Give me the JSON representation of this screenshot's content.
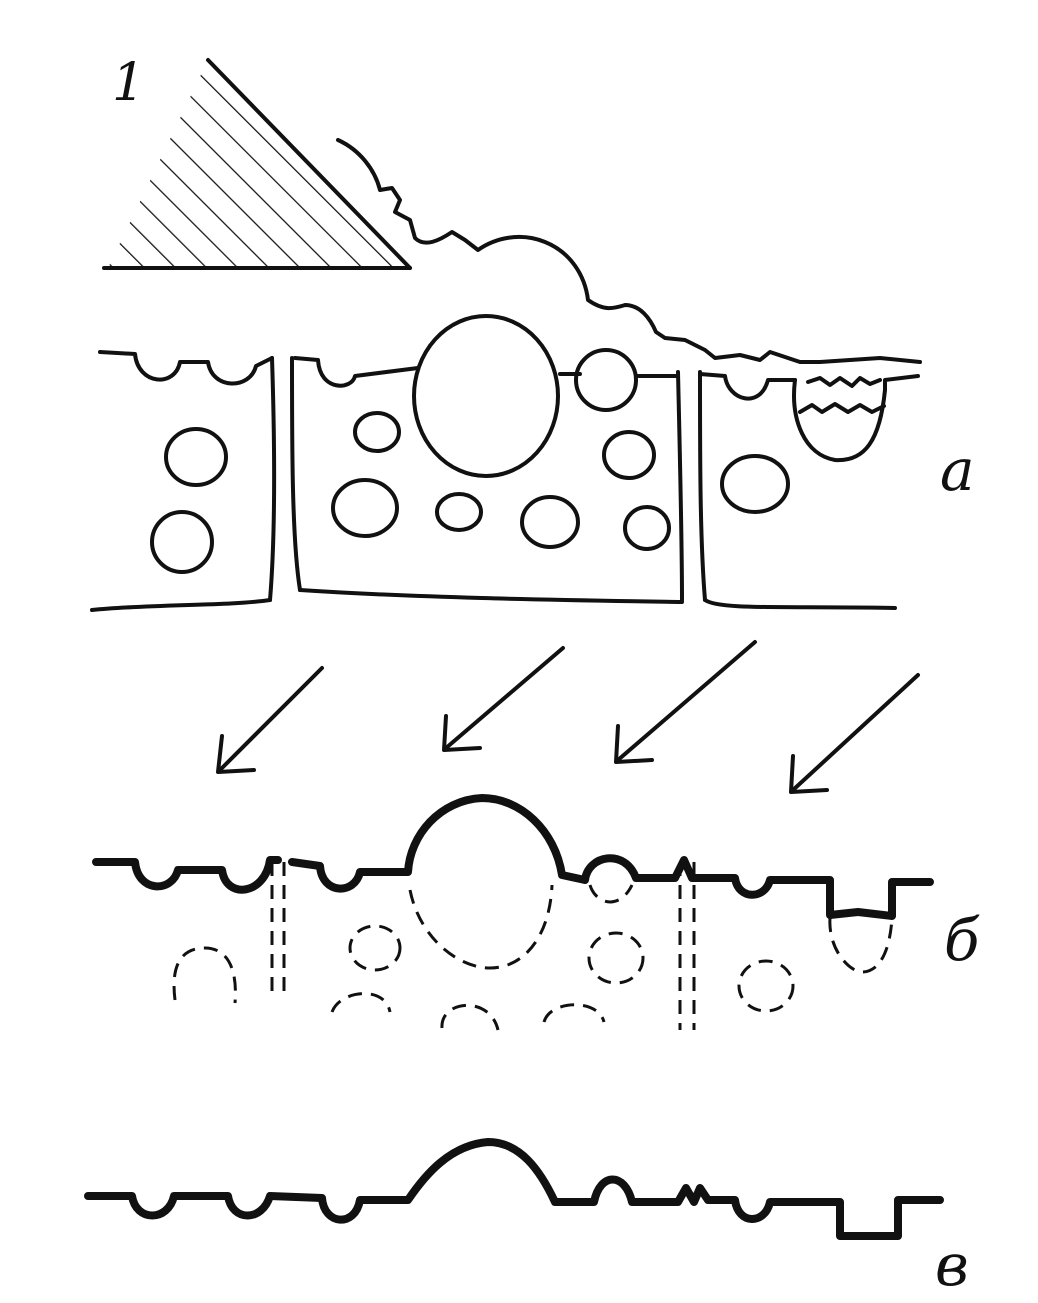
{
  "labels": {
    "tool": "1",
    "stage_a": "а",
    "stage_b": "б",
    "stage_c": "в"
  },
  "colors": {
    "ink": "#111111",
    "background": "#ffffff"
  }
}
